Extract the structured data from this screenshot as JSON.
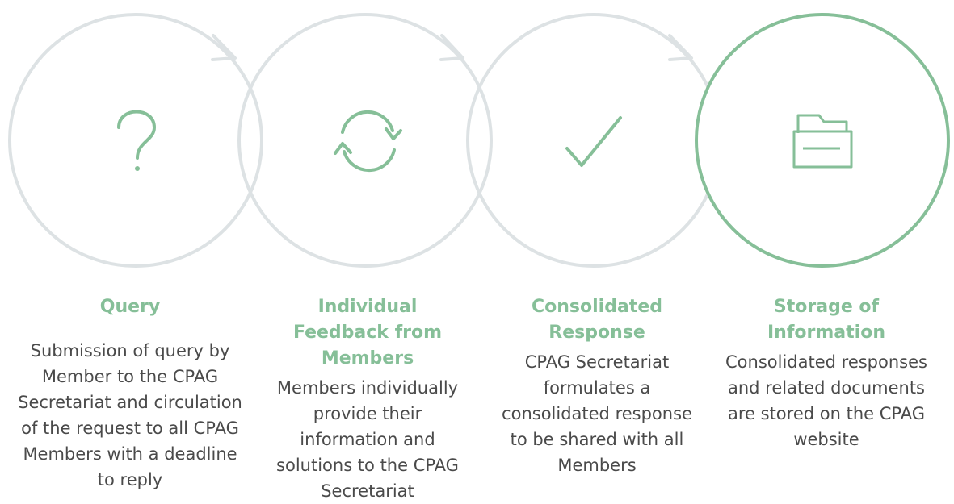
{
  "colors": {
    "ring": "#dde2e4",
    "ring_active": "#86bf98",
    "icon": "#86bf98",
    "title": "#86bf98",
    "text": "#4a4a4a"
  },
  "steps": [
    {
      "icon": "question-icon",
      "title": "Query",
      "description": "Submission of query by Member to the CPAG Secretariat and circulation of the request to all CPAG Members with a deadline to reply"
    },
    {
      "icon": "refresh-icon",
      "title": "Individual Feedback from Members",
      "description": "Members individually provide their information and solutions to the CPAG Secretariat"
    },
    {
      "icon": "checkmark-icon",
      "title": "Consolidated Response",
      "description": "CPAG Secretariat formulates a consolidated response to be shared with all Members"
    },
    {
      "icon": "folder-icon",
      "title": "Storage of Information",
      "description": "Consolidated responses and related documents are stored on the CPAG website"
    }
  ]
}
